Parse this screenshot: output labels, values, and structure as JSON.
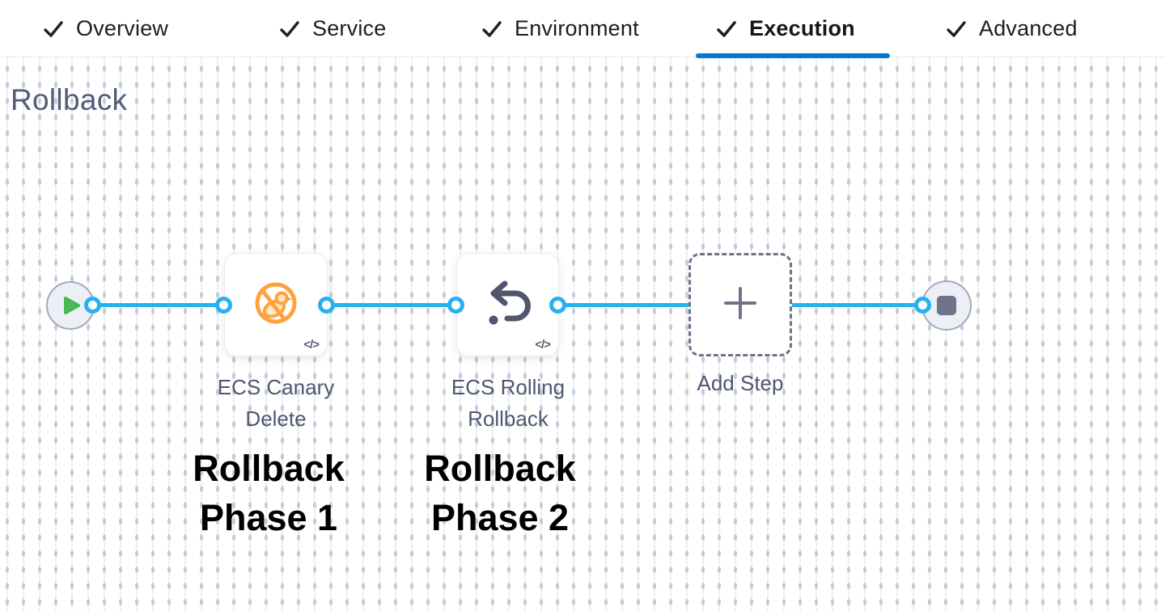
{
  "tabs": {
    "items": [
      {
        "label": "Overview",
        "icon": "check-icon",
        "checked": true,
        "active": false
      },
      {
        "label": "Service",
        "icon": "check-icon",
        "checked": true,
        "active": false
      },
      {
        "label": "Environment",
        "icon": "check-icon",
        "checked": true,
        "active": false
      },
      {
        "label": "Execution",
        "icon": "check-icon",
        "checked": true,
        "active": true
      },
      {
        "label": "Advanced",
        "icon": "check-icon",
        "checked": true,
        "active": false
      }
    ]
  },
  "section": {
    "title": "Rollback"
  },
  "pipeline": {
    "start_node_icon": "play-icon",
    "end_node_icon": "stop-icon",
    "steps": [
      {
        "name": "ECS Canary\nDelete",
        "icon": "canary-delete-icon",
        "code_badge": "</>",
        "annotation": "Rollback\nPhase 1"
      },
      {
        "name": "ECS Rolling\nRollback",
        "icon": "rollback-arrow-icon",
        "code_badge": "</>",
        "annotation": "Rollback\nPhase 2"
      }
    ],
    "add_step": {
      "label": "Add Step",
      "icon": "plus-icon"
    }
  },
  "colors": {
    "active_tab_underline": "#0278d5",
    "flow_line_blue": "#27b1f0",
    "canary_orange": "#ffa23e",
    "play_green": "#48ba53",
    "icon_slate": "#51566e",
    "title_gray": "#555a78"
  }
}
